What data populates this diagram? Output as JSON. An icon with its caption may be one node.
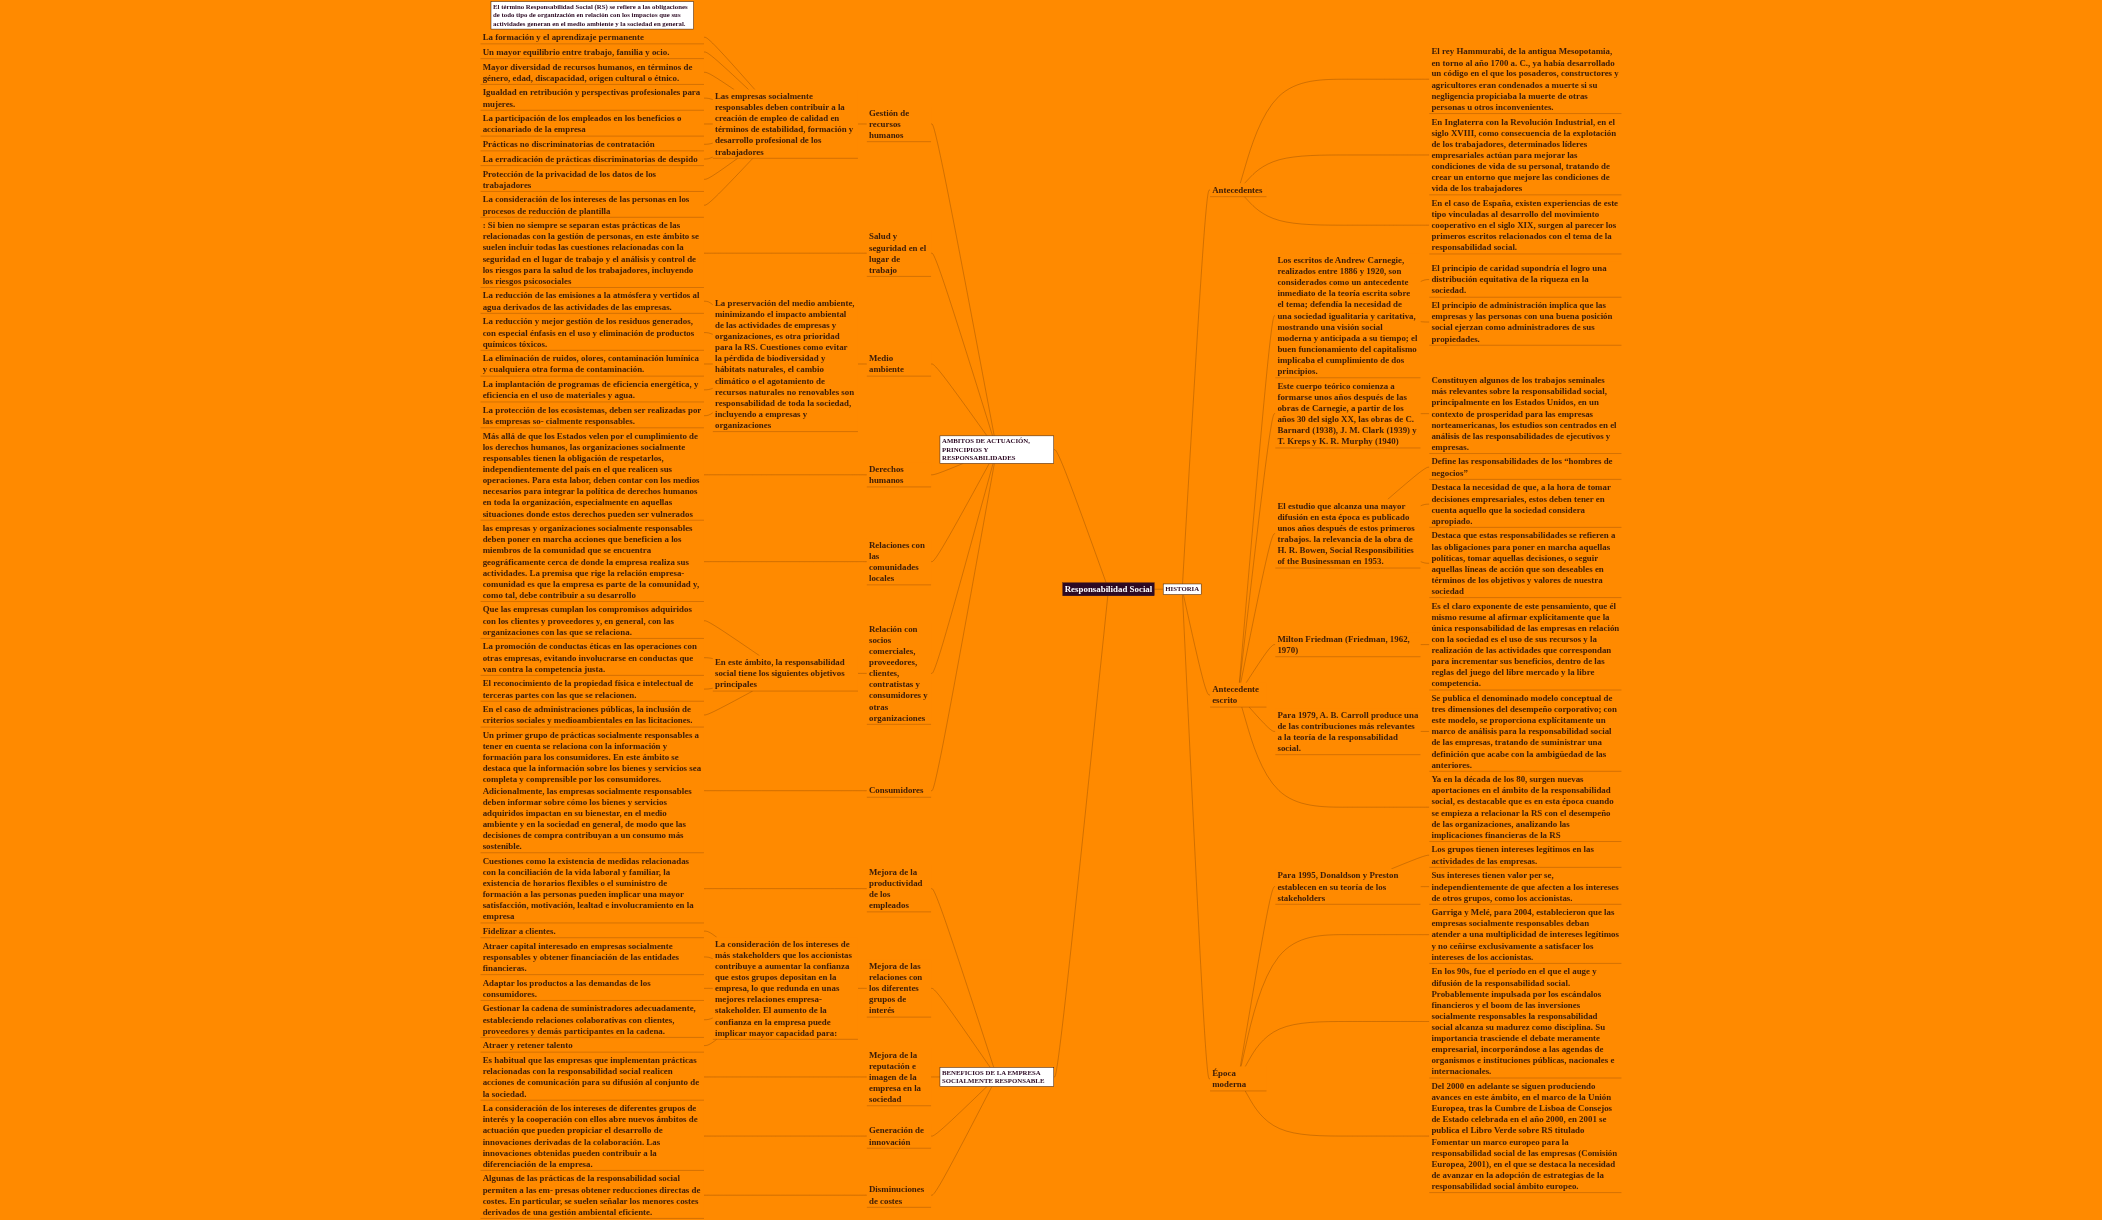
{
  "diagram": {
    "nodes": [
      {
        "text": [
          "Responsabilidad Social"
        ]
      },
      {
        "text": [
          "El término Responsabilidad Social (RS) se refiere a las obligaciones de todo tipo de organización en relación con los impactos que sus actividades generan en el medio ambiente y la sociedad en general."
        ]
      },
      {
        "text": [
          "AMBITOS DE ACTUACIÓN, PRINCIPIOS Y RESPONSABILIDADES"
        ]
      },
      {
        "text": [
          "Gestión de recursos humanos"
        ]
      },
      {
        "text": [
          "Las empresas socialmente responsables deben contribuir a la creación de empleo de calidad en términos de estabilidad, formación y desarrollo profesional de los trabajadores"
        ]
      },
      {
        "text": [
          "La formación y el aprendizaje permanente"
        ]
      },
      {
        "text": [
          "Un mayor equilibrio entre trabajo, familia y ocio."
        ]
      },
      {
        "text": [
          "Mayor diversidad de recursos humanos, en términos de género, edad, discapacidad, origen cultural o étnico."
        ]
      },
      {
        "text": [
          "Igualdad en retribución y perspectivas profesionales para mujeres."
        ]
      },
      {
        "text": [
          "La participación de los empleados en los beneficios o accionariado de la empresa"
        ]
      },
      {
        "text": [
          "Prácticas no discriminatorias de contratación"
        ]
      },
      {
        "text": [
          "La erradicación de prácticas discriminatorias de despido"
        ]
      },
      {
        "text": [
          "Protección de la privacidad de los datos de los trabajadores"
        ]
      },
      {
        "text": [
          "La consideración de los intereses de las personas en los procesos de reducción de plantilla"
        ]
      },
      {
        "text": [
          "Salud y seguridad en el lugar de trabajo"
        ]
      },
      {
        "text": [
          ": Si bien no siempre se separan estas prácticas de las relacionadas con la gestión de personas, en este ámbito se suelen incluir todas las cuestiones relacionadas con la seguridad en el lugar de trabajo y el análisis y control de los riesgos para la salud de los trabajadores, incluyendo los riesgos psicosociales"
        ]
      },
      {
        "text": [
          "Medio ambiente"
        ]
      },
      {
        "text": [
          "La preservación del medio ambiente, minimizando el impacto ambiental de las actividades de empresas y organizaciones, es otra prioridad para la RS. Cuestiones como evitar la pérdida de biodiversidad y hábitats naturales, el cambio climático o el agotamiento de recursos naturales no renovables son responsabilidad de toda la sociedad, incluyendo a empresas y organizaciones"
        ]
      },
      {
        "text": [
          "La reducción de las emisiones a la atmósfera y vertidos al agua derivados de las actividades de las empresas."
        ]
      },
      {
        "text": [
          "La reducción y mejor gestión de los residuos generados, con especial énfasis en el uso y eliminación de productos químicos tóxicos."
        ]
      },
      {
        "text": [
          "La eliminación de ruidos, olores, contaminación lumínica y cualquiera otra forma de contaminación."
        ]
      },
      {
        "text": [
          "La implantación de programas de eficiencia energética, y eficiencia en el uso de materiales y agua."
        ]
      },
      {
        "text": [
          "La protección de los ecosistemas, deben ser realizadas por las empresas so- cialmente responsables."
        ]
      },
      {
        "text": [
          "Derechos humanos"
        ]
      },
      {
        "text": [
          "Más allá de que los Estados velen por el cumplimiento de los derechos humanos, las organizaciones socialmente responsables tienen la obligación de respetarlos, independientemente del país en el que realicen sus operaciones. Para esta labor, deben contar con los medios necesarios para integrar la política de derechos humanos en toda la organización, especialmente en aquellas situaciones donde estos derechos pueden ser vulnerados"
        ]
      },
      {
        "text": [
          "Relaciones con las comunidades locales"
        ]
      },
      {
        "text": [
          "las empresas y organizaciones socialmente responsables deben poner en marcha acciones que beneficien a los miembros de la comunidad que se encuentra geográficamente cerca de donde la empresa realiza sus actividades. La premisa que rige la relación empresa-comunidad es que la empresa es parte de la comunidad y, como tal, debe contribuir a su desarrollo"
        ]
      },
      {
        "text": [
          "Relación con socios comerciales, proveedores, clientes, contratistas y consumidores y otras organizaciones"
        ]
      },
      {
        "text": [
          "En este ámbito, la responsabilidad social tiene los siguientes objetivos principales"
        ]
      },
      {
        "text": [
          "Que las empresas cumplan los compromisos adquiridos con los clientes y proveedores y, en general, con las organizaciones con las que se relaciona."
        ]
      },
      {
        "text": [
          "La promoción de conductas éticas en las operaciones con otras empresas, evitando involucrarse en conductas que van contra la competencia justa."
        ]
      },
      {
        "text": [
          "El reconocimiento de la propiedad física e intelectual de terceras partes con las que se relacionen."
        ]
      },
      {
        "text": [
          "En el caso de administraciones públicas, la inclusión de criterios sociales y medioambientales en las licitaciones."
        ]
      },
      {
        "text": [
          "Consumidores"
        ]
      },
      {
        "text": [
          "Un primer grupo de prácticas socialmente responsables a tener en cuenta se relaciona con la información y formación para los consumidores. En este ámbito se destaca que la información sobre los bienes y servicios sea completa y comprensible por los consumidores. Adicionalmente, las empresas socialmente responsables deben informar sobre cómo los bienes y servicios adquiridos impactan en su bienestar, en el medio ambiente y en la sociedad en general, de modo que las decisiones de compra contribuyan a un consumo más sostenible."
        ]
      },
      {
        "text": [
          "BENEFICIOS DE LA EMPRESA SOCIALMENTE RESPONSABLE"
        ]
      },
      {
        "text": [
          "Mejora de la productividad de los empleados"
        ]
      },
      {
        "text": [
          "Cuestiones como la existencia de medidas relacionadas con la conciliación de la vida laboral y familiar, la existencia de horarios flexibles o el suministro de formación a las personas pueden implicar una mayor satisfacción, motivación, lealtad e involucramiento en la empresa"
        ]
      },
      {
        "text": [
          "Mejora de las relaciones con los diferentes grupos de interés"
        ]
      },
      {
        "text": [
          "La consideración de los intereses de más stakeholders que los accionistas contribuye a aumentar la confianza que estos grupos depositan en la empresa, lo que redunda en unas mejores relaciones empresa-stakeholder. El aumento de la confianza en la empresa puede implicar mayor capacidad para:"
        ]
      },
      {
        "text": [
          "Fidelizar a clientes."
        ]
      },
      {
        "text": [
          "Atraer capital interesado en empresas socialmente responsables y obtener financiación de las entidades financieras."
        ]
      },
      {
        "text": [
          "Adaptar los productos a las demandas de los consumidores."
        ]
      },
      {
        "text": [
          "Gestionar la cadena de suministradores adecuadamente, estableciendo relaciones colaborativas con clientes, proveedores y demás participantes en la cadena."
        ]
      },
      {
        "text": [
          "Atraer y retener talento"
        ]
      },
      {
        "text": [
          "Mejora de la reputación e imagen de la empresa en la sociedad"
        ]
      },
      {
        "text": [
          "Es habitual que las empresas que implementan prácticas relacionadas con la responsabilidad social realicen acciones de comunicación para su difusión al conjunto de la sociedad."
        ]
      },
      {
        "text": [
          "Generación de innovación"
        ]
      },
      {
        "text": [
          "La consideración de los intereses de diferentes grupos de interés y la cooperación con ellos abre nuevos ámbitos de actuación que pueden propiciar el desarrollo de innovaciones derivadas de la colaboración. Las innovaciones obtenidas pueden contribuir a la diferenciación de la empresa."
        ]
      },
      {
        "text": [
          "Disminuciones de costes"
        ]
      },
      {
        "text": [
          "Algunas de las prácticas de la responsabilidad social permiten a las em- presas obtener reducciones directas de costes. En particular, se suelen señalar los menores costes derivados de una gestión ambiental eficiente."
        ]
      },
      {
        "text": [
          "HISTORIA"
        ]
      },
      {
        "text": [
          "Antecedentes"
        ]
      },
      {
        "text": [
          "El rey Hammurabi, de la antigua Mesopotamia, en torno al año 1700 a. C., ya había desarrollado un código en el que los posaderos, constructores y agricultores eran condenados a muerte si su negligencia propiciaba la muerte de otras personas u otros inconvenientes."
        ]
      },
      {
        "text": [
          "En Inglaterra con la Revolución Industrial, en el siglo XVIII, como consecuencia de la explotación de los trabajadores, determinados líderes empresariales actúan para mejorar las condiciones de vida de su personal, tratando de crear un entorno que mejore las condiciones de vida de los trabajadores"
        ]
      },
      {
        "text": [
          "En el caso de España, existen experiencias de este tipo vinculadas al desarrollo del movimiento cooperativo en el siglo XIX, surgen al parecer los primeros escritos relacionados con el tema de la responsabilidad social."
        ]
      },
      {
        "text": [
          "Antecedente escrito"
        ]
      },
      {
        "text": [
          "Los escritos de Andrew Carnegie, realizados entre 1886 y 1920, son considerados como un antecedente inmediato de la teoría escrita sobre el tema; defendía la necesidad de una sociedad igualitaria y caritativa, mostrando una visión social moderna y anticipada a su tiempo; el buen funcionamiento del capitalismo implicaba el cumplimiento de dos principios."
        ]
      },
      {
        "text": [
          "El principio de caridad supondría el logro una distribución equitativa de la riqueza en la sociedad."
        ]
      },
      {
        "text": [
          "El principio de administración implica que las empresas y las personas con una buena posición social ejerzan como administradores de sus propiedades."
        ]
      },
      {
        "text": [
          "Este cuerpo teórico comienza a formarse unos años después de las obras de Carnegie, a partir de los años 30 del siglo XX, las obras de C. Barnard (1938), J. M. Clark (1939) y T. Kreps y K. R. Murphy (1940)"
        ]
      },
      {
        "text": [
          "Constituyen algunos de los trabajos seminales más relevantes sobre la responsabilidad social, principalmente en los Estados Unidos, en un contexto de prosperidad para las empresas norteamericanas, los estudios son centrados en el análisis de las responsabilidades de ejecutivos y empresas."
        ]
      },
      {
        "text": [
          "El estudio que alcanza una mayor difusión en esta época es publicado unos años después de estos primeros trabajos. la relevancia de la obra de H. R. Bowen, Social Responsibilities of the Businessman en 1953."
        ]
      },
      {
        "text": [
          "Define las responsabilidades de los “hombres de negocios”"
        ]
      },
      {
        "text": [
          "Destaca la necesidad de que, a la hora de tomar decisiones empresariales, estos deben tener en cuenta aquello que la sociedad considera apropiado."
        ]
      },
      {
        "text": [
          "Destaca que estas responsabilidades se refieren a las obligaciones para poner en marcha aquellas políticas, tomar aquellas decisiones, o seguir aquellas líneas de acción que son deseables en términos de los objetivos y valores de nuestra sociedad"
        ]
      },
      {
        "text": [
          "Milton Friedman (Friedman, 1962, 1970)"
        ]
      },
      {
        "text": [
          "Es el claro exponente de este pensamiento, que él mismo resume al afirmar explícitamente que la única responsabilidad de las empresas en relación con la sociedad es el uso de sus recursos y la realización de las actividades que correspondan para incrementar sus beneficios, dentro de las reglas del juego del libre mercado y la libre competencia."
        ]
      },
      {
        "text": [
          "Para 1979, A. B. Carroll produce una de las contribuciones más relevantes a la teoría de la responsabilidad social."
        ]
      },
      {
        "text": [
          "Se publica el denominado modelo conceptual de tres dimensiones del desempeño corporativo; con este modelo, se proporciona explícitamente un marco de análisis para la responsabilidad social de las empresas, tratando de suministrar una definición que acabe con la ambigüedad de las anteriores."
        ]
      },
      {
        "text": [
          "Ya en la década de los 80, surgen nuevas aportaciones en el ámbito de la responsabilidad social, es destacable que es en esta época cuando se empieza a relacionar la RS con el desempeño de las organizaciones, analizando las implicaciones financieras de la RS"
        ]
      },
      {
        "text": [
          "Época moderna"
        ]
      },
      {
        "text": [
          "Para 1995, Donaldson y Preston establecen en su teoría de los stakeholders"
        ]
      },
      {
        "text": [
          "Los grupos tienen intereses legítimos en las actividades de las empresas."
        ]
      },
      {
        "text": [
          "Sus intereses tienen valor per se, independientemente de que afecten a los intereses de otros grupos, como los accionistas."
        ]
      },
      {
        "text": [
          "Garriga y Melé, para 2004, establecieron que las empresas socialmente responsables deban atender a una multiplicidad de intereses legítimos y no ceñirse exclusivamente a satisfacer los intereses de los accionistas."
        ]
      },
      {
        "text": [
          "En los 90s, fue el período en el que el auge y difusión de la responsabilidad social. Probablemente impulsada por los escándalos financieros y el boom de las inversiones socialmente responsables la responsabilidad social alcanza su madurez como disciplina. Su importancia trasciende el debate meramente empresarial, incorporándose a las agendas de organismos e instituciones públicas, nacionales e internacionales."
        ]
      },
      {
        "text": [
          "Del 2000 en adelante se siguen produciendo avances en este ámbito, en el marco de la Unión Europea, tras la Cumbre de Lisboa de Consejos de Estado celebrada en el año 2000, en 2001 se publica el Libro Verde sobre RS titulado Fomentar un marco europeo para la responsabilidad social de las empresas (Comisión Europea, 2001), en el que se destaca la necesidad de avanzar en la adopción de estrategias de la responsabilidad social ámbito europeo."
        ]
      }
    ],
    "edges": [
      {
        "from": 2,
        "to": 0,
        "arrow": "none"
      },
      {
        "from": 3,
        "to": 2,
        "arrow": "none"
      },
      {
        "from": 14,
        "to": 2,
        "arrow": "none"
      },
      {
        "from": 16,
        "to": 2,
        "arrow": "none"
      },
      {
        "from": 23,
        "to": 2,
        "arrow": "none"
      },
      {
        "from": 25,
        "to": 2,
        "arrow": "none"
      },
      {
        "from": 27,
        "to": 2,
        "arrow": "none"
      },
      {
        "from": 33,
        "to": 2,
        "arrow": "none"
      },
      {
        "from": 4,
        "to": 3,
        "arrow": "none"
      },
      {
        "from": 5,
        "to": 4,
        "arrow": "none"
      },
      {
        "from": 6,
        "to": 4,
        "arrow": "none"
      },
      {
        "from": 7,
        "to": 4,
        "arrow": "none"
      },
      {
        "from": 8,
        "to": 4,
        "arrow": "none"
      },
      {
        "from": 9,
        "to": 4,
        "arrow": "none"
      },
      {
        "from": 10,
        "to": 4,
        "arrow": "none"
      },
      {
        "from": 11,
        "to": 4,
        "arrow": "none"
      },
      {
        "from": 12,
        "to": 4,
        "arrow": "none"
      },
      {
        "from": 13,
        "to": 4,
        "arrow": "none"
      },
      {
        "from": 15,
        "to": 14,
        "arrow": "none"
      },
      {
        "from": 17,
        "to": 16,
        "arrow": "none"
      },
      {
        "from": 18,
        "to": 17,
        "arrow": "none"
      },
      {
        "from": 19,
        "to": 17,
        "arrow": "none"
      },
      {
        "from": 20,
        "to": 17,
        "arrow": "none"
      },
      {
        "from": 21,
        "to": 17,
        "arrow": "none"
      },
      {
        "from": 22,
        "to": 17,
        "arrow": "none"
      },
      {
        "from": 24,
        "to": 23,
        "arrow": "none"
      },
      {
        "from": 26,
        "to": 25,
        "arrow": "none"
      },
      {
        "from": 28,
        "to": 27,
        "arrow": "none"
      },
      {
        "from": 29,
        "to": 28,
        "arrow": "none"
      },
      {
        "from": 30,
        "to": 28,
        "arrow": "none"
      },
      {
        "from": 31,
        "to": 28,
        "arrow": "none"
      },
      {
        "from": 32,
        "to": 28,
        "arrow": "none"
      },
      {
        "from": 34,
        "to": 33,
        "arrow": "none"
      },
      {
        "from": 35,
        "to": 0,
        "arrow": "none"
      },
      {
        "from": 36,
        "to": 35,
        "arrow": "none"
      },
      {
        "from": 38,
        "to": 35,
        "arrow": "none"
      },
      {
        "from": 45,
        "to": 35,
        "arrow": "none"
      },
      {
        "from": 47,
        "to": 35,
        "arrow": "none"
      },
      {
        "from": 49,
        "to": 35,
        "arrow": "none"
      },
      {
        "from": 37,
        "to": 36,
        "arrow": "none"
      },
      {
        "from": 39,
        "to": 38,
        "arrow": "none"
      },
      {
        "from": 40,
        "to": 39,
        "arrow": "none"
      },
      {
        "from": 41,
        "to": 39,
        "arrow": "none"
      },
      {
        "from": 42,
        "to": 39,
        "arrow": "none"
      },
      {
        "from": 43,
        "to": 39,
        "arrow": "none"
      },
      {
        "from": 44,
        "to": 39,
        "arrow": "none"
      },
      {
        "from": 46,
        "to": 45,
        "arrow": "none"
      },
      {
        "from": 48,
        "to": 47,
        "arrow": "none"
      },
      {
        "from": 50,
        "to": 49,
        "arrow": "none"
      },
      {
        "from": 0,
        "to": 51,
        "arrow": "none"
      },
      {
        "from": 51,
        "to": 52,
        "arrow": "none"
      },
      {
        "from": 51,
        "to": 56,
        "arrow": "none"
      },
      {
        "from": 51,
        "to": 71,
        "arrow": "none"
      },
      {
        "from": 52,
        "to": 53,
        "arrow": "none"
      },
      {
        "from": 52,
        "to": 54,
        "arrow": "none"
      },
      {
        "from": 52,
        "to": 55,
        "arrow": "none"
      },
      {
        "from": 56,
        "to": 57,
        "arrow": "none"
      },
      {
        "from": 56,
        "to": 60,
        "arrow": "none"
      },
      {
        "from": 56,
        "to": 62,
        "arrow": "none"
      },
      {
        "from": 56,
        "to": 66,
        "arrow": "none"
      },
      {
        "from": 56,
        "to": 68,
        "arrow": "none"
      },
      {
        "from": 56,
        "to": 70,
        "arrow": "none"
      },
      {
        "from": 57,
        "to": 58,
        "arrow": "none"
      },
      {
        "from": 57,
        "to": 59,
        "arrow": "none"
      },
      {
        "from": 60,
        "to": 61,
        "arrow": "none"
      },
      {
        "from": 62,
        "to": 63,
        "arrow": "none"
      },
      {
        "from": 62,
        "to": 64,
        "arrow": "none"
      },
      {
        "from": 62,
        "to": 65,
        "arrow": "none"
      },
      {
        "from": 66,
        "to": 67,
        "arrow": "none"
      },
      {
        "from": 68,
        "to": 69,
        "arrow": "none"
      },
      {
        "from": 71,
        "to": 72,
        "arrow": "none"
      },
      {
        "from": 71,
        "to": 75,
        "arrow": "none"
      },
      {
        "from": 71,
        "to": 76,
        "arrow": "none"
      },
      {
        "from": 71,
        "to": 77,
        "arrow": "none"
      },
      {
        "from": 72,
        "to": 73,
        "arrow": "none"
      },
      {
        "from": 72,
        "to": 74,
        "arrow": "none"
      }
    ]
  }
}
